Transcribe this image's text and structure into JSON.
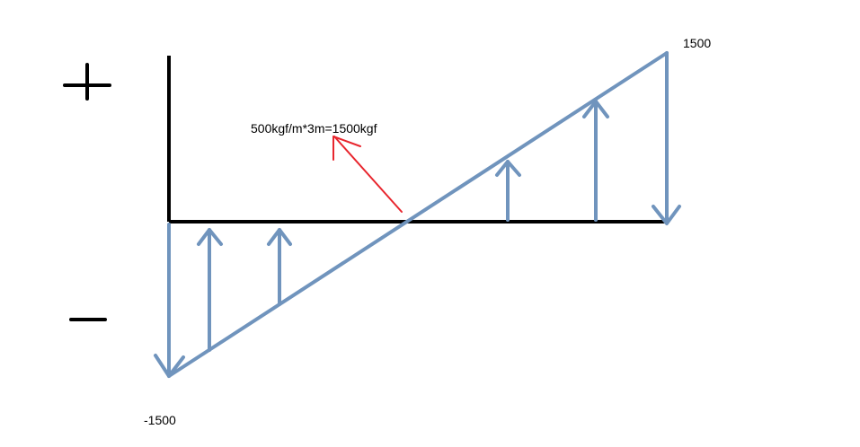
{
  "diagram": {
    "labels": {
      "plus_sign": "+",
      "minus_sign": "−",
      "max_value": "1500",
      "min_value": "-1500",
      "annotation": "500kgf/m*3m=1500kgf"
    },
    "colors": {
      "axis": "#000000",
      "load": "#7094bd",
      "annotation_arrow": "#e8262e",
      "text": "#000000"
    }
  }
}
